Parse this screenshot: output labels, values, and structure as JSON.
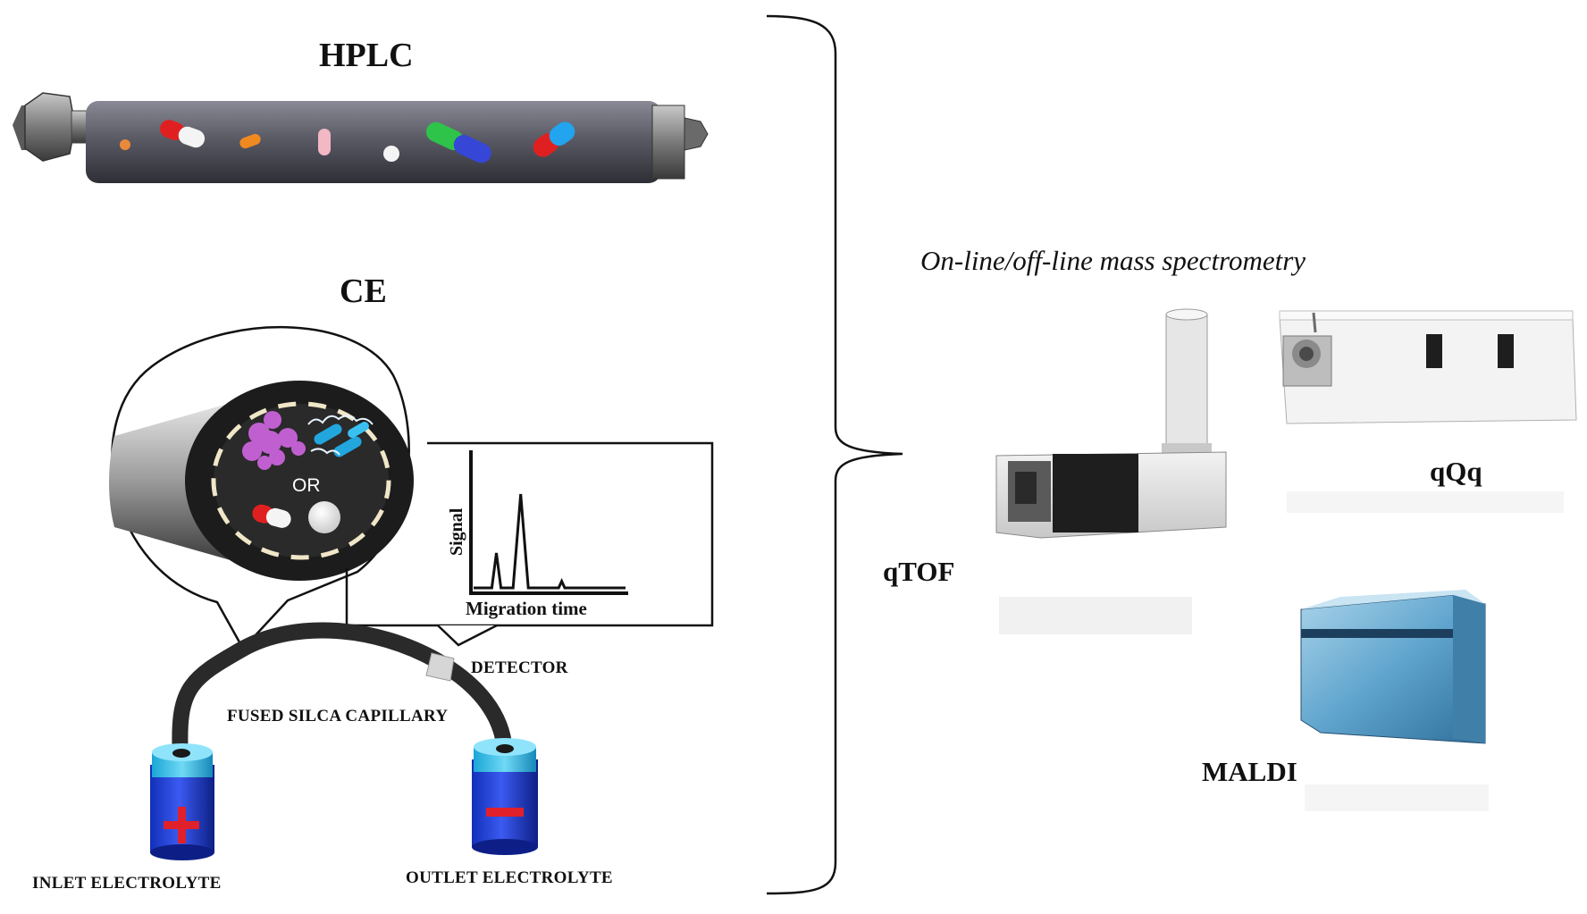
{
  "hplc": {
    "title": "HPLC"
  },
  "ce": {
    "title": "CE",
    "or_text": "OR",
    "signal_axis": "Signal",
    "time_axis": "Migration time",
    "detector": "DETECTOR",
    "capillary": "FUSED SILCA CAPILLARY",
    "inlet": "INLET ELECTROLYTE",
    "outlet": "OUTLET ELECTROLYTE"
  },
  "ms": {
    "title": "On-line/off-line mass spectrometry",
    "qtof": "qTOF",
    "qqq": "qQq",
    "maldi": "MALDI"
  },
  "electrogram": {
    "x": [
      0,
      8,
      12,
      15,
      18,
      26,
      31,
      36,
      50,
      56,
      58,
      60,
      62,
      100
    ],
    "y": [
      0,
      0,
      0,
      26,
      0,
      0,
      70,
      0,
      0,
      0,
      5,
      0,
      0,
      0
    ]
  },
  "colors": {
    "column_body": "#5b5b66",
    "inlet_vial": "#1f3fd6",
    "vial_cap": "#26b8e8",
    "plus_sign": "#e0202a",
    "minus_sign": "#e0202a",
    "capillary": "#2a2a2a"
  }
}
